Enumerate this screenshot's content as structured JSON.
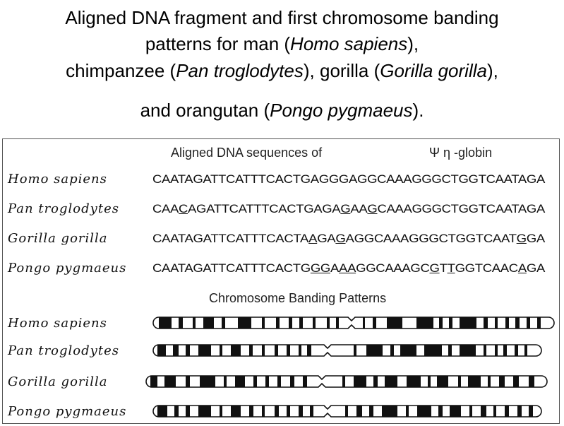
{
  "caption": {
    "line1": "Aligned DNA fragment and first chromosome banding",
    "line2": [
      {
        "t": "patterns for man (",
        "i": false
      },
      {
        "t": "Homo sapiens",
        "i": true
      },
      {
        "t": "),",
        "i": false
      }
    ],
    "line3": [
      {
        "t": "chimpanzee (",
        "i": false
      },
      {
        "t": "Pan troglodytes",
        "i": true
      },
      {
        "t": "), gorilla (",
        "i": false
      },
      {
        "t": "Gorilla gorilla",
        "i": true
      },
      {
        "t": "),",
        "i": false
      }
    ],
    "line4": [
      {
        "t": "and orangutan (",
        "i": false
      },
      {
        "t": "Pongo pygmaeus",
        "i": true
      },
      {
        "t": ").",
        "i": false
      }
    ]
  },
  "dna": {
    "heading": "Aligned DNA sequences of",
    "heading_gene": "Ψ η -globin",
    "rows": [
      {
        "species": "Homo sapiens",
        "sequence": "CAATAGATTCATTTCACTGAGGGAGGCAAAGGGCTGGTCAATAGA",
        "underlined": []
      },
      {
        "species": "Pan troglodytes",
        "sequence": "CAACAGATTCATTTCACTGAGAGAAGCAAAGGGCTGGTCAATAGA",
        "underlined": [
          3,
          22,
          25
        ]
      },
      {
        "species": "Gorilla gorilla",
        "sequence": "CAATAGATTCATTTCACTAAGAGAGGCAAAGGGCTGGTCAATGGA",
        "underlined": [
          19,
          22,
          42
        ]
      },
      {
        "species": "Pongo pygmaeus",
        "sequence": "CAATAGATTCATTTCACTGGGAAAGGCAAAGCGTTGGTCAACAGA",
        "underlined": [
          19,
          20,
          22,
          23,
          32,
          34,
          42
        ]
      }
    ]
  },
  "chromosomes": {
    "heading": "Chromosome Banding Patterns",
    "rows": [
      {
        "species": "Homo sapiens",
        "start": 216,
        "end": 784,
        "centromere": 497,
        "bands": [
          [
            224,
            242
          ],
          [
            252,
            258
          ],
          [
            272,
            276
          ],
          [
            287,
            302
          ],
          [
            313,
            318
          ],
          [
            336,
            355
          ],
          [
            370,
            374
          ],
          [
            390,
            395
          ],
          [
            408,
            413
          ],
          [
            423,
            428
          ],
          [
            442,
            446
          ],
          [
            462,
            466
          ],
          [
            475,
            479
          ],
          [
            513,
            516
          ],
          [
            527,
            532
          ],
          [
            547,
            569
          ],
          [
            589,
            613
          ],
          [
            621,
            626
          ],
          [
            635,
            640
          ],
          [
            650,
            674
          ],
          [
            684,
            690
          ],
          [
            700,
            704
          ],
          [
            715,
            720
          ],
          [
            729,
            735
          ],
          [
            745,
            750
          ],
          [
            760,
            765
          ]
        ]
      },
      {
        "species": "Pan troglodytes",
        "start": 216,
        "end": 766,
        "centromere": 463,
        "bands": [
          [
            222,
            234
          ],
          [
            244,
            252
          ],
          [
            262,
            268
          ],
          [
            280,
            298
          ],
          [
            310,
            314
          ],
          [
            326,
            340
          ],
          [
            352,
            357
          ],
          [
            370,
            374
          ],
          [
            388,
            393
          ],
          [
            405,
            410
          ],
          [
            422,
            426
          ],
          [
            434,
            440
          ],
          [
            500,
            504
          ],
          [
            518,
            541
          ],
          [
            552,
            557
          ],
          [
            566,
            589
          ],
          [
            600,
            625
          ],
          [
            634,
            639
          ],
          [
            650,
            673
          ],
          [
            684,
            688
          ],
          [
            700,
            704
          ],
          [
            712,
            717
          ],
          [
            728,
            733
          ],
          [
            742,
            746
          ]
        ]
      },
      {
        "species": "Gorilla gorilla",
        "start": 206,
        "end": 774,
        "centromere": 455,
        "bands": [
          [
            212,
            222
          ],
          [
            232,
            248
          ],
          [
            262,
            268
          ],
          [
            282,
            304
          ],
          [
            316,
            320
          ],
          [
            332,
            346
          ],
          [
            358,
            363
          ],
          [
            375,
            380
          ],
          [
            392,
            397
          ],
          [
            410,
            416
          ],
          [
            428,
            434
          ],
          [
            484,
            488
          ],
          [
            500,
            518
          ],
          [
            528,
            534
          ],
          [
            544,
            562
          ],
          [
            575,
            595
          ],
          [
            605,
            609
          ],
          [
            618,
            634
          ],
          [
            648,
            652
          ],
          [
            662,
            680
          ],
          [
            690,
            694
          ],
          [
            706,
            714
          ],
          [
            726,
            734
          ],
          [
            748,
            756
          ]
        ]
      },
      {
        "species": "Pongo pygmaeus",
        "start": 216,
        "end": 766,
        "centromere": 463,
        "bands": [
          [
            222,
            236
          ],
          [
            246,
            252
          ],
          [
            262,
            268
          ],
          [
            280,
            298
          ],
          [
            310,
            314
          ],
          [
            326,
            340
          ],
          [
            352,
            358
          ],
          [
            370,
            374
          ],
          [
            388,
            394
          ],
          [
            405,
            410
          ],
          [
            422,
            428
          ],
          [
            438,
            443
          ],
          [
            488,
            492
          ],
          [
            504,
            512
          ],
          [
            522,
            528
          ],
          [
            540,
            562
          ],
          [
            574,
            578
          ],
          [
            590,
            610
          ],
          [
            620,
            626
          ],
          [
            636,
            652
          ],
          [
            664,
            668
          ],
          [
            680,
            688
          ],
          [
            698,
            702
          ],
          [
            714,
            720
          ],
          [
            732,
            738
          ],
          [
            748,
            754
          ]
        ]
      }
    ]
  }
}
